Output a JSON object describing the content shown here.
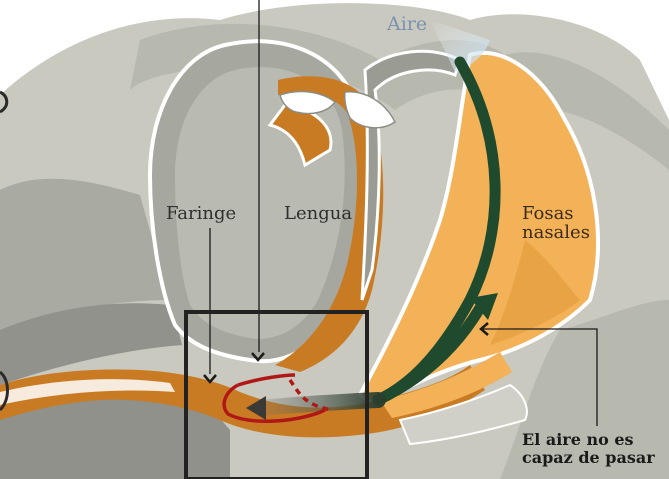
{
  "labels": {
    "aire": "Aire",
    "faringe": "Faringe",
    "lengua": "Lengua",
    "fosas_line1": "Fosas",
    "fosas_line2": "nasales",
    "note_line1": "El aire no es",
    "note_line2": "capaz de pasar"
  },
  "colors": {
    "tissue_light": "#c9c9c0",
    "tissue_mid": "#a9aaa1",
    "tissue_dark": "#8f918a",
    "orange_light": "#f3b258",
    "orange_dark": "#c97b24",
    "airflow_green": "#1f4a2d",
    "obstruction_red": "#b01818",
    "frame": "#222222",
    "aire_text": "#7a93b0"
  },
  "icons": [
    "airflow-arrow-icon",
    "obstruction-chevron-icon",
    "pointer-arrow-icon"
  ]
}
